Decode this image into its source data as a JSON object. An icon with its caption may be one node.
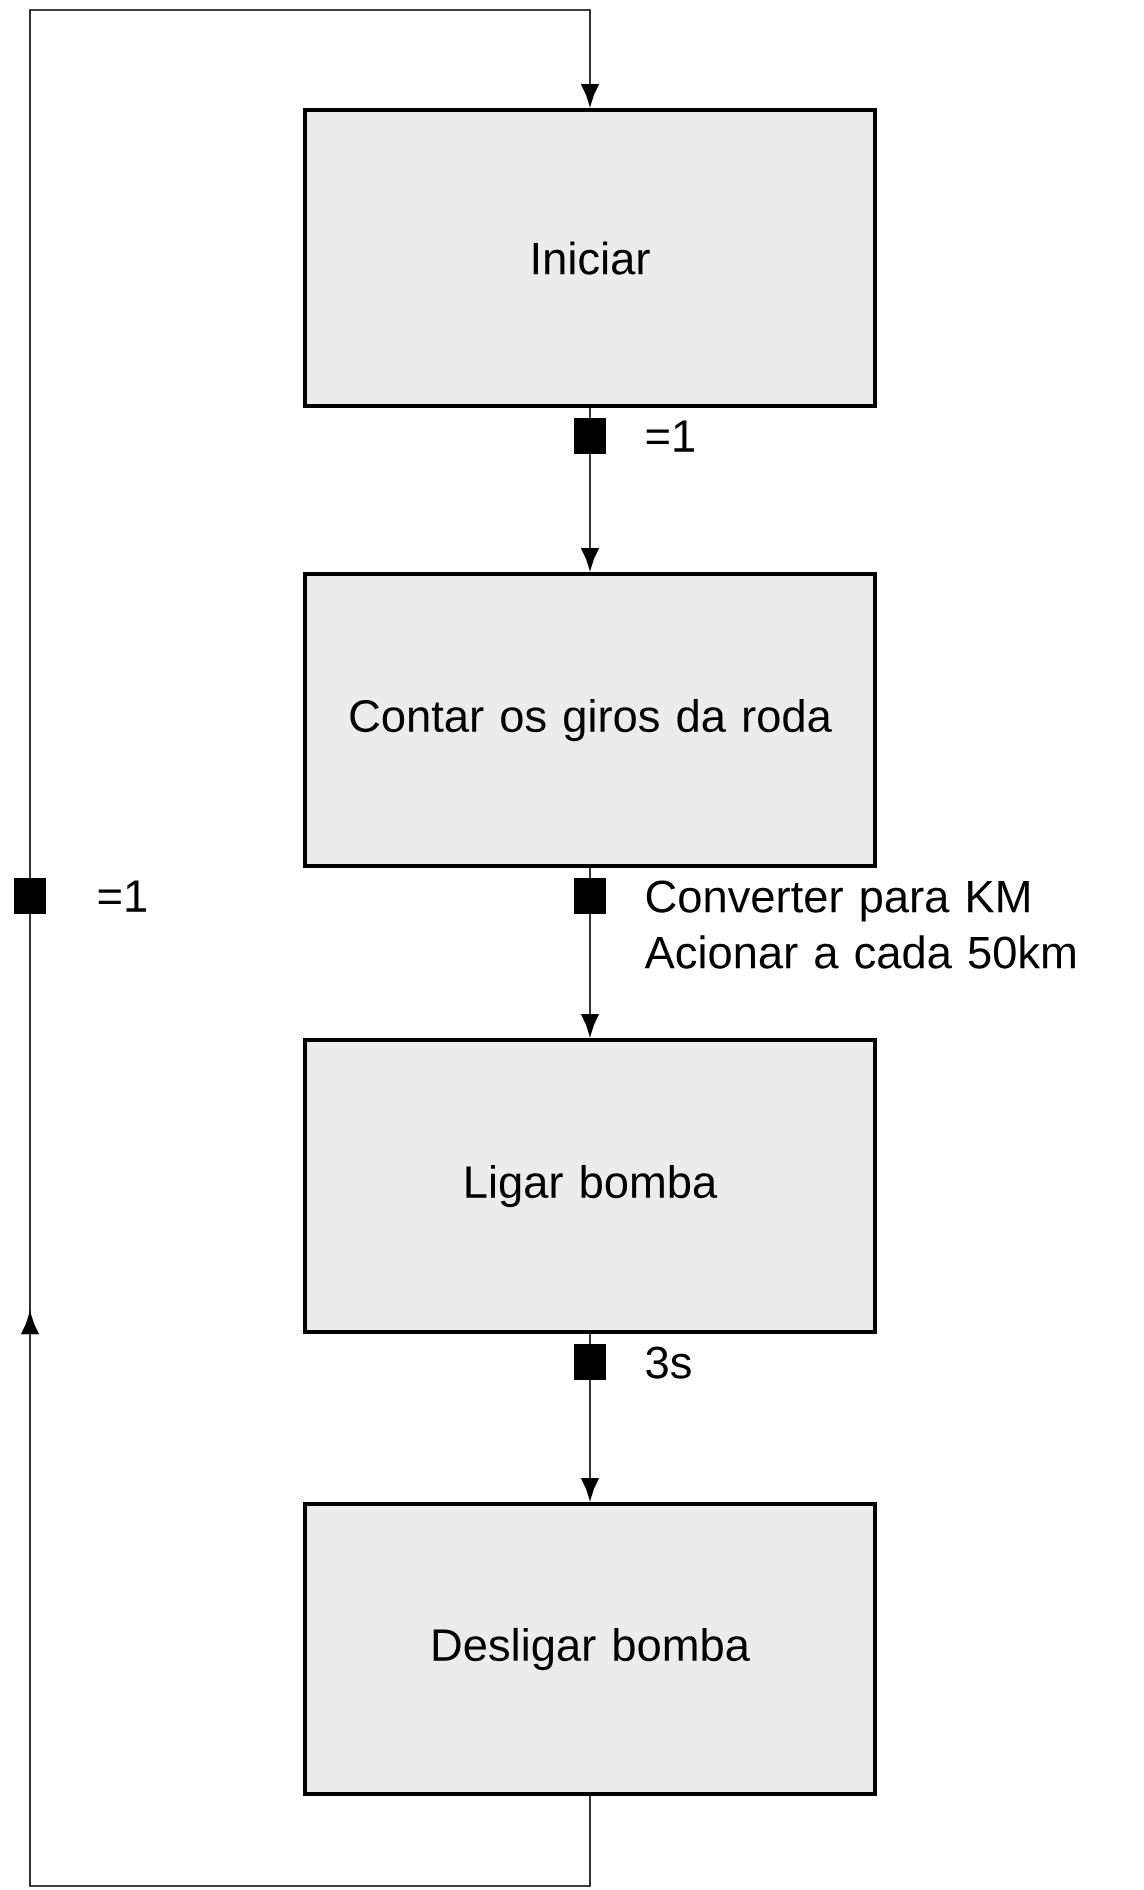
{
  "diagram": {
    "nodes": [
      {
        "text": [
          "Iniciar"
        ]
      },
      {
        "text": [
          "Contar os giros da roda"
        ]
      },
      {
        "text": [
          "Ligar bomba"
        ]
      },
      {
        "text": [
          "Desligar bomba"
        ]
      }
    ],
    "edges": [
      {
        "from": 0,
        "to": 1,
        "arrow": "to",
        "label": "=1"
      },
      {
        "from": 1,
        "to": 2,
        "arrow": "to",
        "label": "Converter para KM Acionar a cada 50km"
      },
      {
        "from": 2,
        "to": 3,
        "arrow": "to",
        "label": "3s"
      },
      {
        "from": 3,
        "to": 0,
        "arrow": "to",
        "label": "=1"
      }
    ]
  }
}
